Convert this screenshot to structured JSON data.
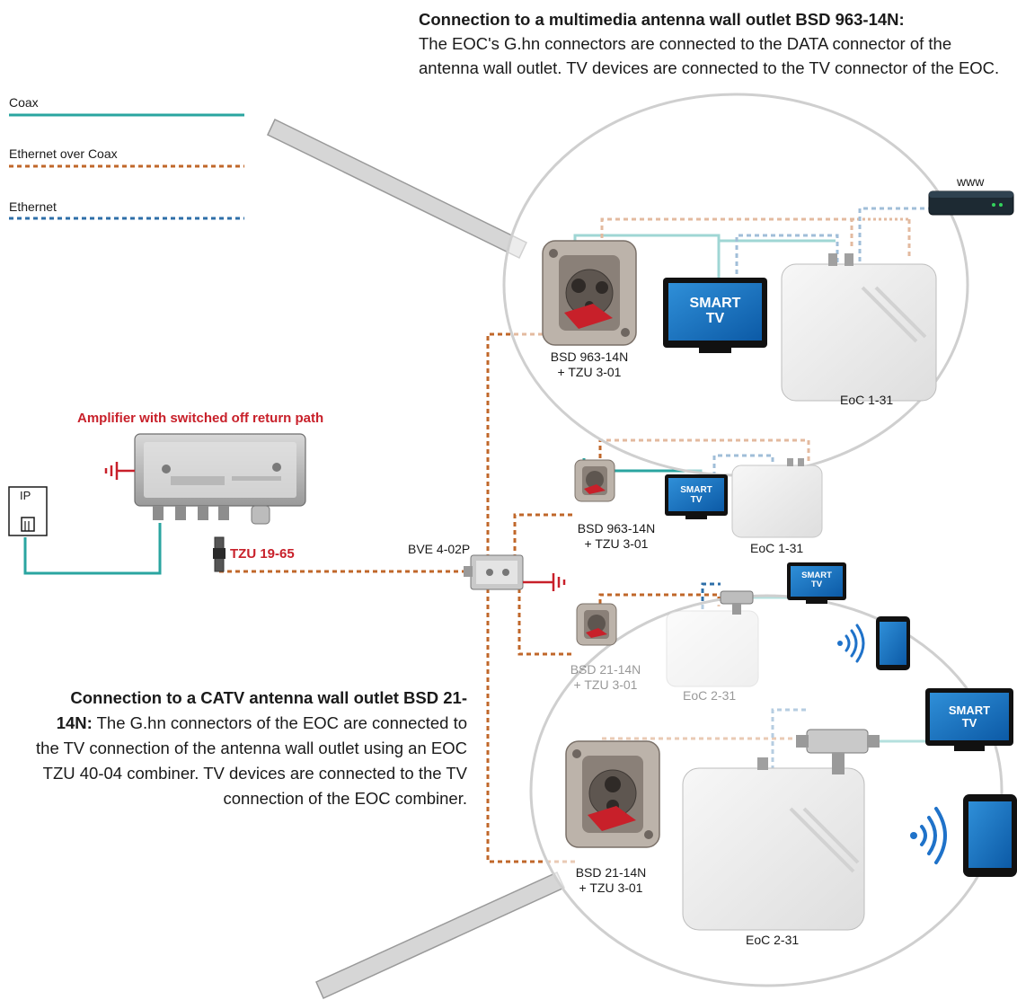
{
  "legend": {
    "coax": "Coax",
    "eoc": "Ethernet over Coax",
    "ethernet": "Ethernet"
  },
  "colors": {
    "coax": "#2aa5a0",
    "eoc": "#c0672a",
    "ethernet": "#2e6fa8",
    "highlight_red": "#c8202a"
  },
  "top_description": {
    "title": "Connection to a multimedia antenna wall outlet BSD 963-14N:",
    "body": "The EOC's G.hn connectors are connected to the DATA connector of the antenna wall outlet. TV devices are connected to the TV connector of the EOC."
  },
  "bottom_description": {
    "title": "Connection to a CATV antenna wall outlet BSD 21-14N:",
    "body": "The G.hn connectors of the EOC are connected to the TV connection of the antenna wall outlet using an EOC TZU 40-04 combiner. TV devices are connected to the TV connection of the EOC combiner."
  },
  "devices": {
    "router": "www",
    "amplifier": "Amplifier with switched off return path",
    "tzu_filter": "TZU 19-65",
    "splitter": "BVE 4-02P",
    "ip": "IP",
    "outlet_963_a": [
      "BSD 963-14N",
      "+ TZU 3-01"
    ],
    "outlet_963_b": [
      "BSD 963-14N",
      "+ TZU 3-01"
    ],
    "outlet_21_a": [
      "BSD 21-14N",
      "+ TZU 3-01"
    ],
    "outlet_21_b": [
      "BSD 21-14N",
      "+ TZU 3-01"
    ],
    "eoc1_large": "EoC 1-31",
    "eoc1_small": "EoC 1-31",
    "eoc2_small": "EoC 2-31",
    "eoc2_large": "EoC 2-31",
    "smart_tv": [
      "SMART",
      "TV"
    ]
  }
}
